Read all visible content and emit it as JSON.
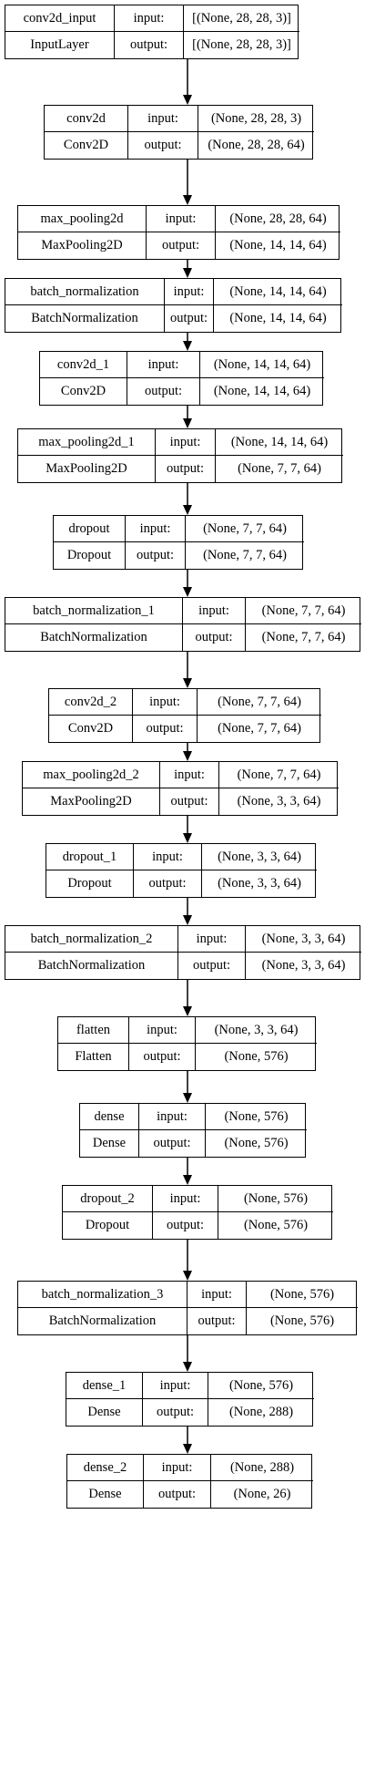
{
  "labels": {
    "input": "input:",
    "output": "output:"
  },
  "nodes": [
    {
      "name": "conv2d_input",
      "type": "InputLayer",
      "input": "[(None, 28, 28, 3)]",
      "output": "[(None, 28, 28, 3)]"
    },
    {
      "name": "conv2d",
      "type": "Conv2D",
      "input": "(None, 28, 28, 3)",
      "output": "(None, 28, 28, 64)"
    },
    {
      "name": "max_pooling2d",
      "type": "MaxPooling2D",
      "input": "(None, 28, 28, 64)",
      "output": "(None, 14, 14, 64)"
    },
    {
      "name": "batch_normalization",
      "type": "BatchNormalization",
      "input": "(None, 14, 14, 64)",
      "output": "(None, 14, 14, 64)"
    },
    {
      "name": "conv2d_1",
      "type": "Conv2D",
      "input": "(None, 14, 14, 64)",
      "output": "(None, 14, 14, 64)"
    },
    {
      "name": "max_pooling2d_1",
      "type": "MaxPooling2D",
      "input": "(None, 14, 14, 64)",
      "output": "(None, 7, 7, 64)"
    },
    {
      "name": "dropout",
      "type": "Dropout",
      "input": "(None, 7, 7, 64)",
      "output": "(None, 7, 7, 64)"
    },
    {
      "name": "batch_normalization_1",
      "type": "BatchNormalization",
      "input": "(None, 7, 7, 64)",
      "output": "(None, 7, 7, 64)"
    },
    {
      "name": "conv2d_2",
      "type": "Conv2D",
      "input": "(None, 7, 7, 64)",
      "output": "(None, 7, 7, 64)"
    },
    {
      "name": "max_pooling2d_2",
      "type": "MaxPooling2D",
      "input": "(None, 7, 7, 64)",
      "output": "(None, 3, 3, 64)"
    },
    {
      "name": "dropout_1",
      "type": "Dropout",
      "input": "(None, 3, 3, 64)",
      "output": "(None, 3, 3, 64)"
    },
    {
      "name": "batch_normalization_2",
      "type": "BatchNormalization",
      "input": "(None, 3, 3, 64)",
      "output": "(None, 3, 3, 64)"
    },
    {
      "name": "flatten",
      "type": "Flatten",
      "input": "(None, 3, 3, 64)",
      "output": "(None, 576)"
    },
    {
      "name": "dense",
      "type": "Dense",
      "input": "(None, 576)",
      "output": "(None, 576)"
    },
    {
      "name": "dropout_2",
      "type": "Dropout",
      "input": "(None, 576)",
      "output": "(None, 576)"
    },
    {
      "name": "batch_normalization_3",
      "type": "BatchNormalization",
      "input": "(None, 576)",
      "output": "(None, 576)"
    },
    {
      "name": "dense_1",
      "type": "Dense",
      "input": "(None, 576)",
      "output": "(None, 288)"
    },
    {
      "name": "dense_2",
      "type": "Dense",
      "input": "(None, 288)",
      "output": "(None, 26)"
    }
  ]
}
